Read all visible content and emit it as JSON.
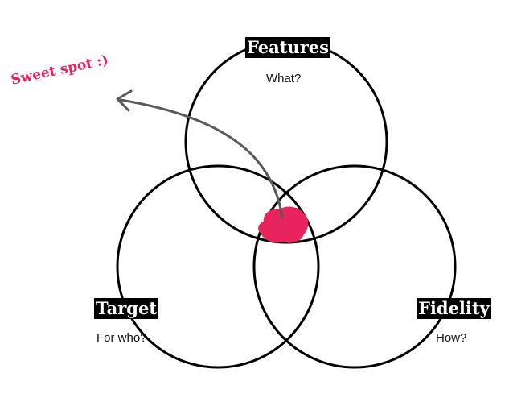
{
  "diagram": {
    "circles": [
      {
        "id": "features",
        "label": "Features",
        "sublabel": "What?"
      },
      {
        "id": "target",
        "label": "Target",
        "sublabel": "For who?"
      },
      {
        "id": "fidelity",
        "label": "Fidelity",
        "sublabel": "How?"
      }
    ],
    "callout": {
      "text": "Sweet spot :)",
      "color": "#e8245f"
    },
    "colors": {
      "outline": "#000000",
      "arrow": "#5a5a5a",
      "highlight": "#e8245f",
      "label_bg": "#000000",
      "label_text": "#ffffff"
    }
  }
}
